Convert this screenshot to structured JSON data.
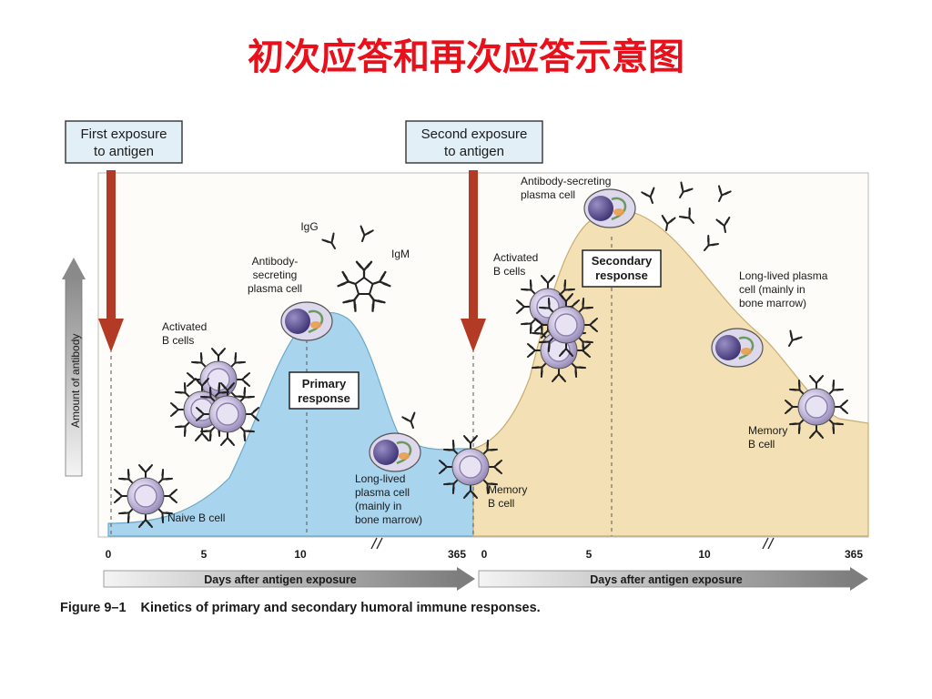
{
  "title": "初次应答和再次应答示意图",
  "exposure_first": [
    "First exposure",
    "to antigen"
  ],
  "exposure_second": [
    "Second exposure",
    "to antigen"
  ],
  "y_axis_label": "Amount of antibody",
  "primary_response_label": [
    "Primary",
    "response"
  ],
  "secondary_response_label": [
    "Secondary",
    "response"
  ],
  "labels": {
    "igg": "IgG",
    "igm": "IgM",
    "plasma_primary": [
      "Antibody-",
      "secreting",
      "plasma cell"
    ],
    "activated_primary": [
      "Activated",
      "B cells"
    ],
    "naive": "Naive B cell",
    "longlived_primary": [
      "Long-lived",
      "plasma cell",
      "(mainly in",
      "bone marrow)"
    ],
    "memory_mid": [
      "Memory",
      "B cell"
    ],
    "plasma_secondary": [
      "Antibody-secreting",
      "plasma cell"
    ],
    "activated_secondary": [
      "Activated",
      "B cells"
    ],
    "longlived_secondary": [
      "Long-lived plasma",
      "cell (mainly in",
      "bone marrow)"
    ],
    "memory_right": [
      "Memory",
      "B cell"
    ]
  },
  "x_ticks_left": [
    "0",
    "5",
    "10",
    "365"
  ],
  "x_ticks_right": [
    "0",
    "5",
    "10",
    "365"
  ],
  "x_axis_label": "Days after antigen exposure",
  "caption_no": "Figure 9–1",
  "caption_text": "Kinetics of primary and secondary humoral immune responses.",
  "colors": {
    "title": "#e8101a",
    "primary_fill": "#a9d4ee",
    "secondary_fill": "#f3e0b4",
    "arrow": "#b33a24",
    "box_fill": "#e2eff7",
    "cell_fill": "#c8bedd"
  }
}
